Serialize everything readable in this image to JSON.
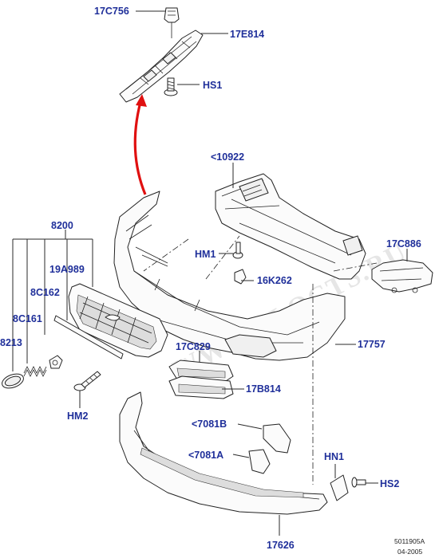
{
  "watermark": "WWW.FLOCTS.RU",
  "labels": {
    "p17c756": "17C756",
    "p17e814": "17E814",
    "phs1": "HS1",
    "p10922": "<10922",
    "p8200": "8200",
    "p17c886": "17C886",
    "phm1": "HM1",
    "p19a989": "19A989",
    "p16k262": "16K262",
    "p8c162": "8C162",
    "p8c161": "8C161",
    "p8213": "8213",
    "p17c829": "17C829",
    "p17757": "17757",
    "p17b814": "17B814",
    "phm2": "HM2",
    "p7081b": "<7081B",
    "p7081a": "<7081A",
    "phn1": "HN1",
    "phs2": "HS2",
    "p17626": "17626"
  },
  "reference": {
    "diagram_id": "5011905A",
    "date": "04-2005"
  },
  "colors": {
    "label": "#1f2f9a",
    "arrow": "#e01010",
    "line": "#222222"
  }
}
